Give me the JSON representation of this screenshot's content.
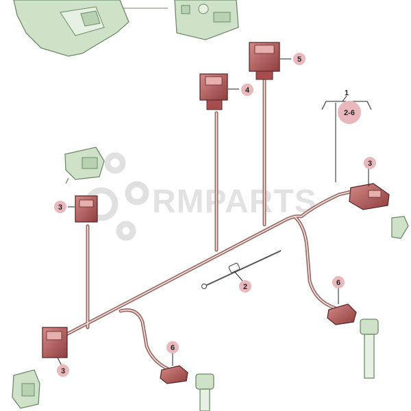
{
  "watermark": {
    "text": "RMPARTS",
    "icon": "gear-cluster-icon"
  },
  "callouts": [
    {
      "id": "c1",
      "label": "1"
    },
    {
      "id": "c1range",
      "label": "2-6"
    },
    {
      "id": "c2",
      "label": "2"
    },
    {
      "id": "c3a",
      "label": "3"
    },
    {
      "id": "c3b",
      "label": "3"
    },
    {
      "id": "c3c",
      "label": "3"
    },
    {
      "id": "c4",
      "label": "4"
    },
    {
      "id": "c5",
      "label": "5"
    },
    {
      "id": "c6a",
      "label": "6"
    },
    {
      "id": "c6b",
      "label": "6"
    }
  ],
  "colors": {
    "harness": "#9a6a66",
    "harness_core": "#f4e6e2",
    "connector_fill": "#b85c5c",
    "connector_stroke": "#5a2a2a",
    "callout_fill": "#e8b8bc",
    "green_component": "#cfe2c9",
    "green_stroke": "#6c8a66"
  }
}
